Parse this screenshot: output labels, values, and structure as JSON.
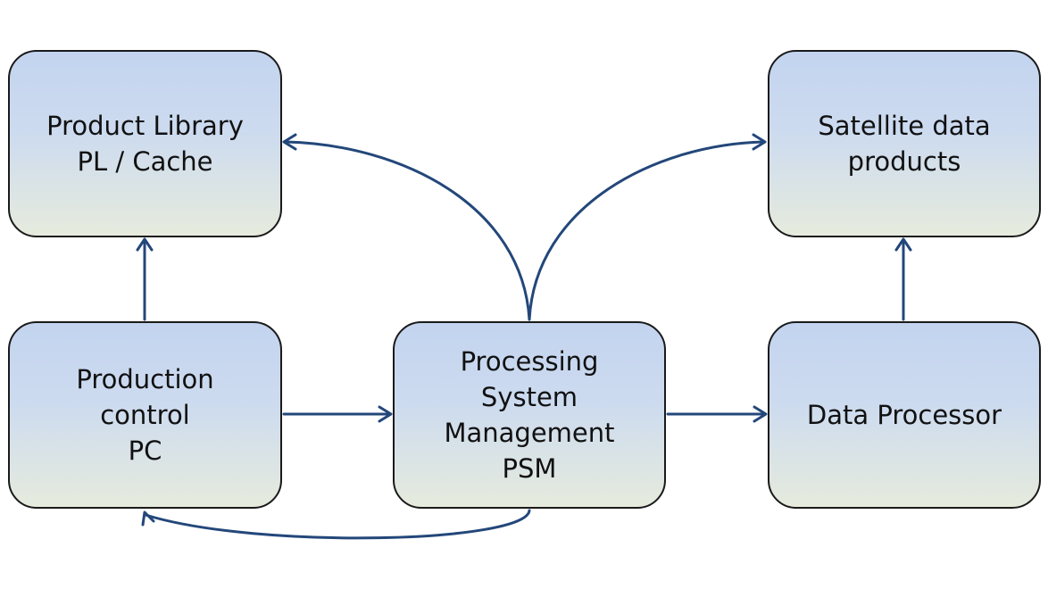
{
  "diagram": {
    "nodes": {
      "product_library": {
        "lines": [
          "Product Library",
          "PL / Cache"
        ]
      },
      "satellite_products": {
        "lines": [
          "Satellite data",
          "products"
        ]
      },
      "production_control": {
        "lines": [
          "Production",
          "control",
          "PC"
        ]
      },
      "psm": {
        "lines": [
          "Processing",
          "System",
          "Management",
          "PSM"
        ]
      },
      "data_processor": {
        "lines": [
          "Data Processor"
        ]
      }
    },
    "edges": [
      {
        "from": "production_control",
        "to": "product_library"
      },
      {
        "from": "production_control",
        "to": "psm"
      },
      {
        "from": "psm",
        "to": "data_processor"
      },
      {
        "from": "psm",
        "to": "product_library"
      },
      {
        "from": "psm",
        "to": "satellite_products"
      },
      {
        "from": "data_processor",
        "to": "satellite_products"
      },
      {
        "from": "psm",
        "to": "production_control"
      }
    ],
    "colors": {
      "arrow": "#23477a",
      "box_top": "#c3d4ef",
      "box_bottom": "#e6ebdd",
      "box_border": "#1a1a1a"
    }
  }
}
